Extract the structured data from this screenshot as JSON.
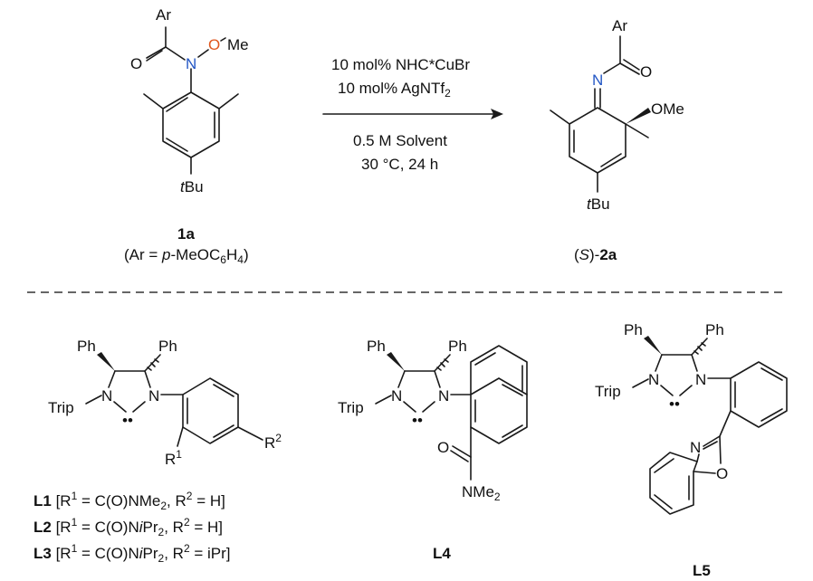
{
  "colors": {
    "nitrogen": "#2457c5",
    "oxygen": "#e0561e",
    "ink": "#111111"
  },
  "reaction": {
    "substrate": {
      "atoms": {
        "ar": "Ar",
        "o": "O",
        "n": "N",
        "o2": "O",
        "me": "Me",
        "tbu_t": "t",
        "tbu_bu": "Bu"
      },
      "id": "1a",
      "note_prefix": "(Ar = ",
      "note_p": "p",
      "note_mid": "-MeOC",
      "note_sub6": "6",
      "note_h": "H",
      "note_sub4": "4",
      "note_suffix": ")"
    },
    "conditions": {
      "line1": "10 mol% NHC*CuBr",
      "line2_main": "10 mol% AgNTf",
      "line2_sub": "2",
      "line3": "0.5 M Solvent",
      "line4": "30 °C, 24 h"
    },
    "product": {
      "atoms": {
        "ar": "Ar",
        "o": "O",
        "n": "N",
        "ome_o": "O",
        "ome_me": "Me",
        "tbu_t": "t",
        "tbu_bu": "Bu"
      },
      "id_prefix": "(",
      "id_s": "S",
      "id_mid": ")-",
      "id_bold": "2a"
    }
  },
  "ligands": {
    "l1_3": {
      "atoms": {
        "ph1": "Ph",
        "ph2": "Ph",
        "trip": "Trip",
        "n1": "N",
        "n2": "N",
        "r1": "R",
        "r1_sup": "1",
        "r2": "R",
        "r2_sup": "2",
        "carbene": "••"
      },
      "rows": [
        {
          "id": "L1",
          "text": [
            " [R",
            "1",
            " = C(O)NMe",
            "2",
            ", R",
            "2",
            " = H]"
          ]
        },
        {
          "id": "L2",
          "text": [
            " [R",
            "1",
            " = C(O)N",
            "i",
            "Pr",
            "2",
            ", R",
            "2",
            " = H]"
          ]
        },
        {
          "id": "L3",
          "text": [
            " [R",
            "1",
            " = C(O)N",
            "i",
            "Pr",
            "2",
            ", R",
            "2",
            " = iPr]"
          ]
        }
      ]
    },
    "l4": {
      "atoms": {
        "ph1": "Ph",
        "ph2": "Ph",
        "trip": "Trip",
        "n1": "N",
        "n2": "N",
        "o": "O",
        "nme": "NMe",
        "nme_sub": "2",
        "carbene": "••"
      },
      "id": "L4"
    },
    "l5": {
      "atoms": {
        "ph1": "Ph",
        "ph2": "Ph",
        "trip": "Trip",
        "n1": "N",
        "n2": "N",
        "n3": "N",
        "o": "O",
        "carbene": "••"
      },
      "id": "L5"
    }
  }
}
